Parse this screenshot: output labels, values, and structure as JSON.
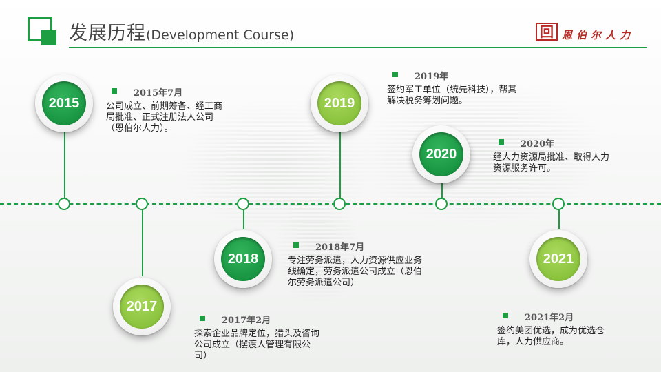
{
  "header": {
    "title_cn": "发展历程",
    "title_en": "(Development Course)",
    "logo_mark": "回",
    "logo_text": "恩伯尔人力"
  },
  "colors": {
    "primary_green": "#1e9e43",
    "light_green": "#86c03a",
    "logo_red": "#b52a24"
  },
  "milestones": [
    {
      "year": "2015",
      "date": "2015年7月",
      "desc": "公司成立、前期筹备、经工商局批准、正式注册法人公司（恩伯尔人力）。"
    },
    {
      "year": "2017",
      "date": "2017年2月",
      "desc": "探索企业品牌定位，猎头及咨询公司成立（摆渡人管理有限公司）"
    },
    {
      "year": "2018",
      "date": "2018年7月",
      "desc": "专注劳务派遣，人力资源供应业务线确定，劳务派遣公司成立（恩伯尔劳务派遣公司）"
    },
    {
      "year": "2019",
      "date": "2019年",
      "desc": "签约军工单位（统先科技），帮其解决税务筹划问题。"
    },
    {
      "year": "2020",
      "date": "2020年",
      "desc": "经人力资源局批准、取得人力资源服务许可。"
    },
    {
      "year": "2021",
      "date": "2021年2月",
      "desc": "签约美团优选，成为优选仓库，人力供应商。"
    }
  ]
}
